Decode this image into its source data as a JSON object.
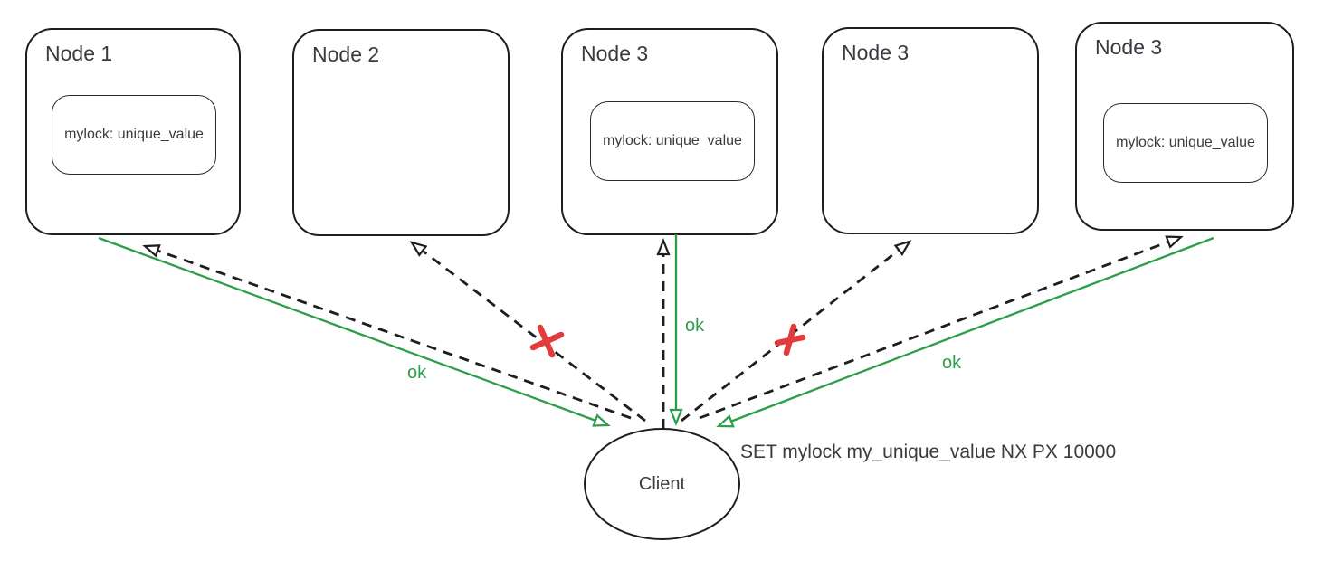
{
  "diagram": {
    "nodes": [
      {
        "label": "Node 1",
        "lock": "mylock: unique_value"
      },
      {
        "label": "Node 2"
      },
      {
        "label": "Node 3",
        "lock": "mylock: unique_value"
      },
      {
        "label": "Node 3"
      },
      {
        "label": "Node 3",
        "lock": "mylock: unique_value"
      }
    ],
    "client_label": "Client",
    "command_text": "SET mylock my_unique_value NX PX 10000",
    "ok_labels": [
      "ok",
      "ok",
      "ok"
    ],
    "colors": {
      "success_green": "#2b9e4a",
      "failure_red": "#e23b3b",
      "line_black": "#1e1e1e"
    }
  }
}
